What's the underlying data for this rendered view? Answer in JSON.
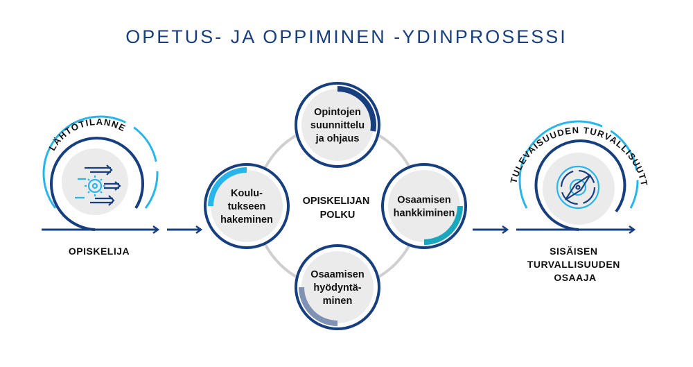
{
  "title": "OPETUS- JA OPPIMINEN -YDINPROSESSI",
  "start": {
    "arc_label": "LÄHTÖTILANNE",
    "label": "OPISKELIJA",
    "icon": "gear-arrows-icon"
  },
  "end": {
    "arc_label": "TULEVAISUUDEN TURVALLISUUTTA",
    "label_lines": [
      "SISÄISEN",
      "TURVALLISUUDEN",
      "OSAAJA"
    ],
    "icon": "compass-icon"
  },
  "center": {
    "label_lines": [
      "OPISKELIJAN",
      "POLKU"
    ]
  },
  "steps": [
    {
      "lines": [
        "Opintojen",
        "suunnittelu",
        "ja ohjaus"
      ],
      "accent": "#173f7f"
    },
    {
      "lines": [
        "Osaamisen",
        "hankkiminen"
      ],
      "accent": "#1aa6bd"
    },
    {
      "lines": [
        "Osaamisen",
        "hyödyntä-",
        "minen"
      ],
      "accent": "#8092b3"
    },
    {
      "lines": [
        "Koulu-",
        "tukseen",
        "hakeminen"
      ],
      "accent": "#29b5ea"
    }
  ],
  "colors": {
    "navy": "#173f7f",
    "light_blue": "#29b5ea",
    "gray": "#ebebeb",
    "ring": "#cfcfcf"
  }
}
